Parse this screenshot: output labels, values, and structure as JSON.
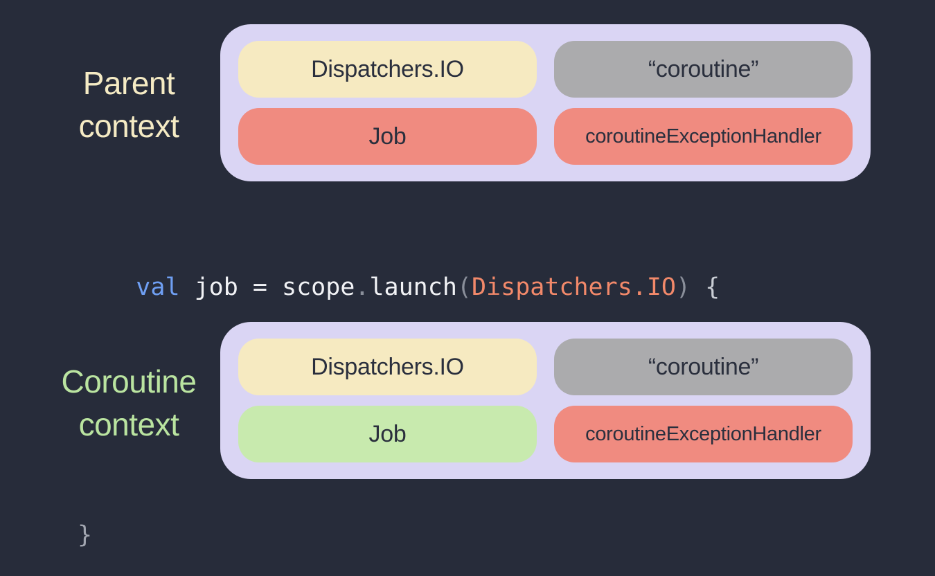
{
  "canvas": {
    "background": "#272c3a"
  },
  "parent_section": {
    "label": {
      "line1": "Parent",
      "line2": "context",
      "color": "#f5ebc4"
    },
    "box": {
      "background": "#dad5f4",
      "pill_text_color": "#2a2f3d",
      "pills": [
        {
          "text": "Dispatchers.IO",
          "background": "#f6eac1"
        },
        {
          "text": "“coroutine”",
          "background": "#ababad"
        },
        {
          "text": "Job",
          "background": "#f08b80"
        },
        {
          "text": "coroutineExceptionHandler",
          "background": "#f08b80"
        }
      ]
    }
  },
  "code_line": {
    "tokens": [
      {
        "text": "val",
        "color": "#6f9ff3"
      },
      {
        "text": " job = scope",
        "color": "#f1f2f5"
      },
      {
        "text": ".",
        "color": "#8a8f9a"
      },
      {
        "text": "launch",
        "color": "#f1f2f5"
      },
      {
        "text": "(",
        "color": "#8a8f9a"
      },
      {
        "text": "Dispatchers.IO",
        "color": "#f2896a"
      },
      {
        "text": ")",
        "color": "#8a8f9a"
      },
      {
        "text": " {",
        "color": "#c9cdd4"
      }
    ]
  },
  "coroutine_section": {
    "label": {
      "line1": "Coroutine",
      "line2": "context",
      "color": "#bae4a0"
    },
    "box": {
      "background": "#dad5f4",
      "pill_text_color": "#2a2f3d",
      "pills": [
        {
          "text": "Dispatchers.IO",
          "background": "#f6eac1"
        },
        {
          "text": "“coroutine”",
          "background": "#ababad"
        },
        {
          "text": "Job",
          "background": "#c8eaae"
        },
        {
          "text": "coroutineExceptionHandler",
          "background": "#f08b80"
        }
      ]
    }
  },
  "closing_brace": {
    "text": "}",
    "color": "#a2a6b0"
  }
}
